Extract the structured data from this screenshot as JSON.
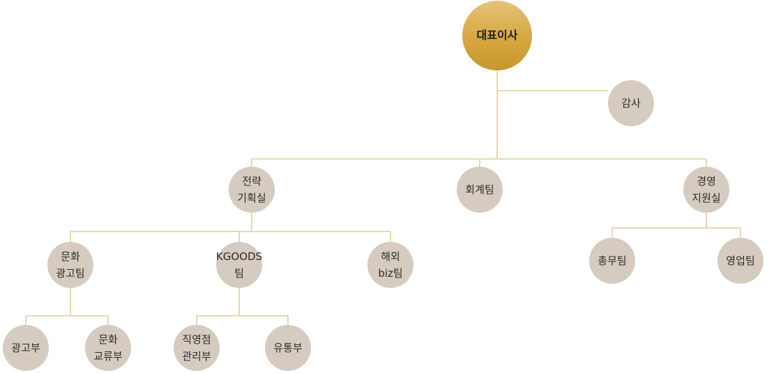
{
  "org_chart": {
    "ceo": "대표이사",
    "audit": "감사",
    "strategy": "전략\n기획실",
    "accounting": "회계팀",
    "management_support": "경영\n지원실",
    "culture_ad": "문화\n광고팀",
    "kgoods": "KGOODS팀",
    "overseas_biz": "해외\nbiz팀",
    "general_affairs": "총무팀",
    "sales": "영업팀",
    "advertising_dept": "광고부",
    "culture_exchange_dept": "문화\n교류부",
    "direct_store_dept": "직영점\n관리부",
    "distribution_dept": "유통부"
  },
  "colors": {
    "ceo_gradient_top": "#e6c378",
    "ceo_gradient_bottom": "#c8972e",
    "node_fill": "#d6cbc0",
    "connector": "#dcc08a"
  }
}
